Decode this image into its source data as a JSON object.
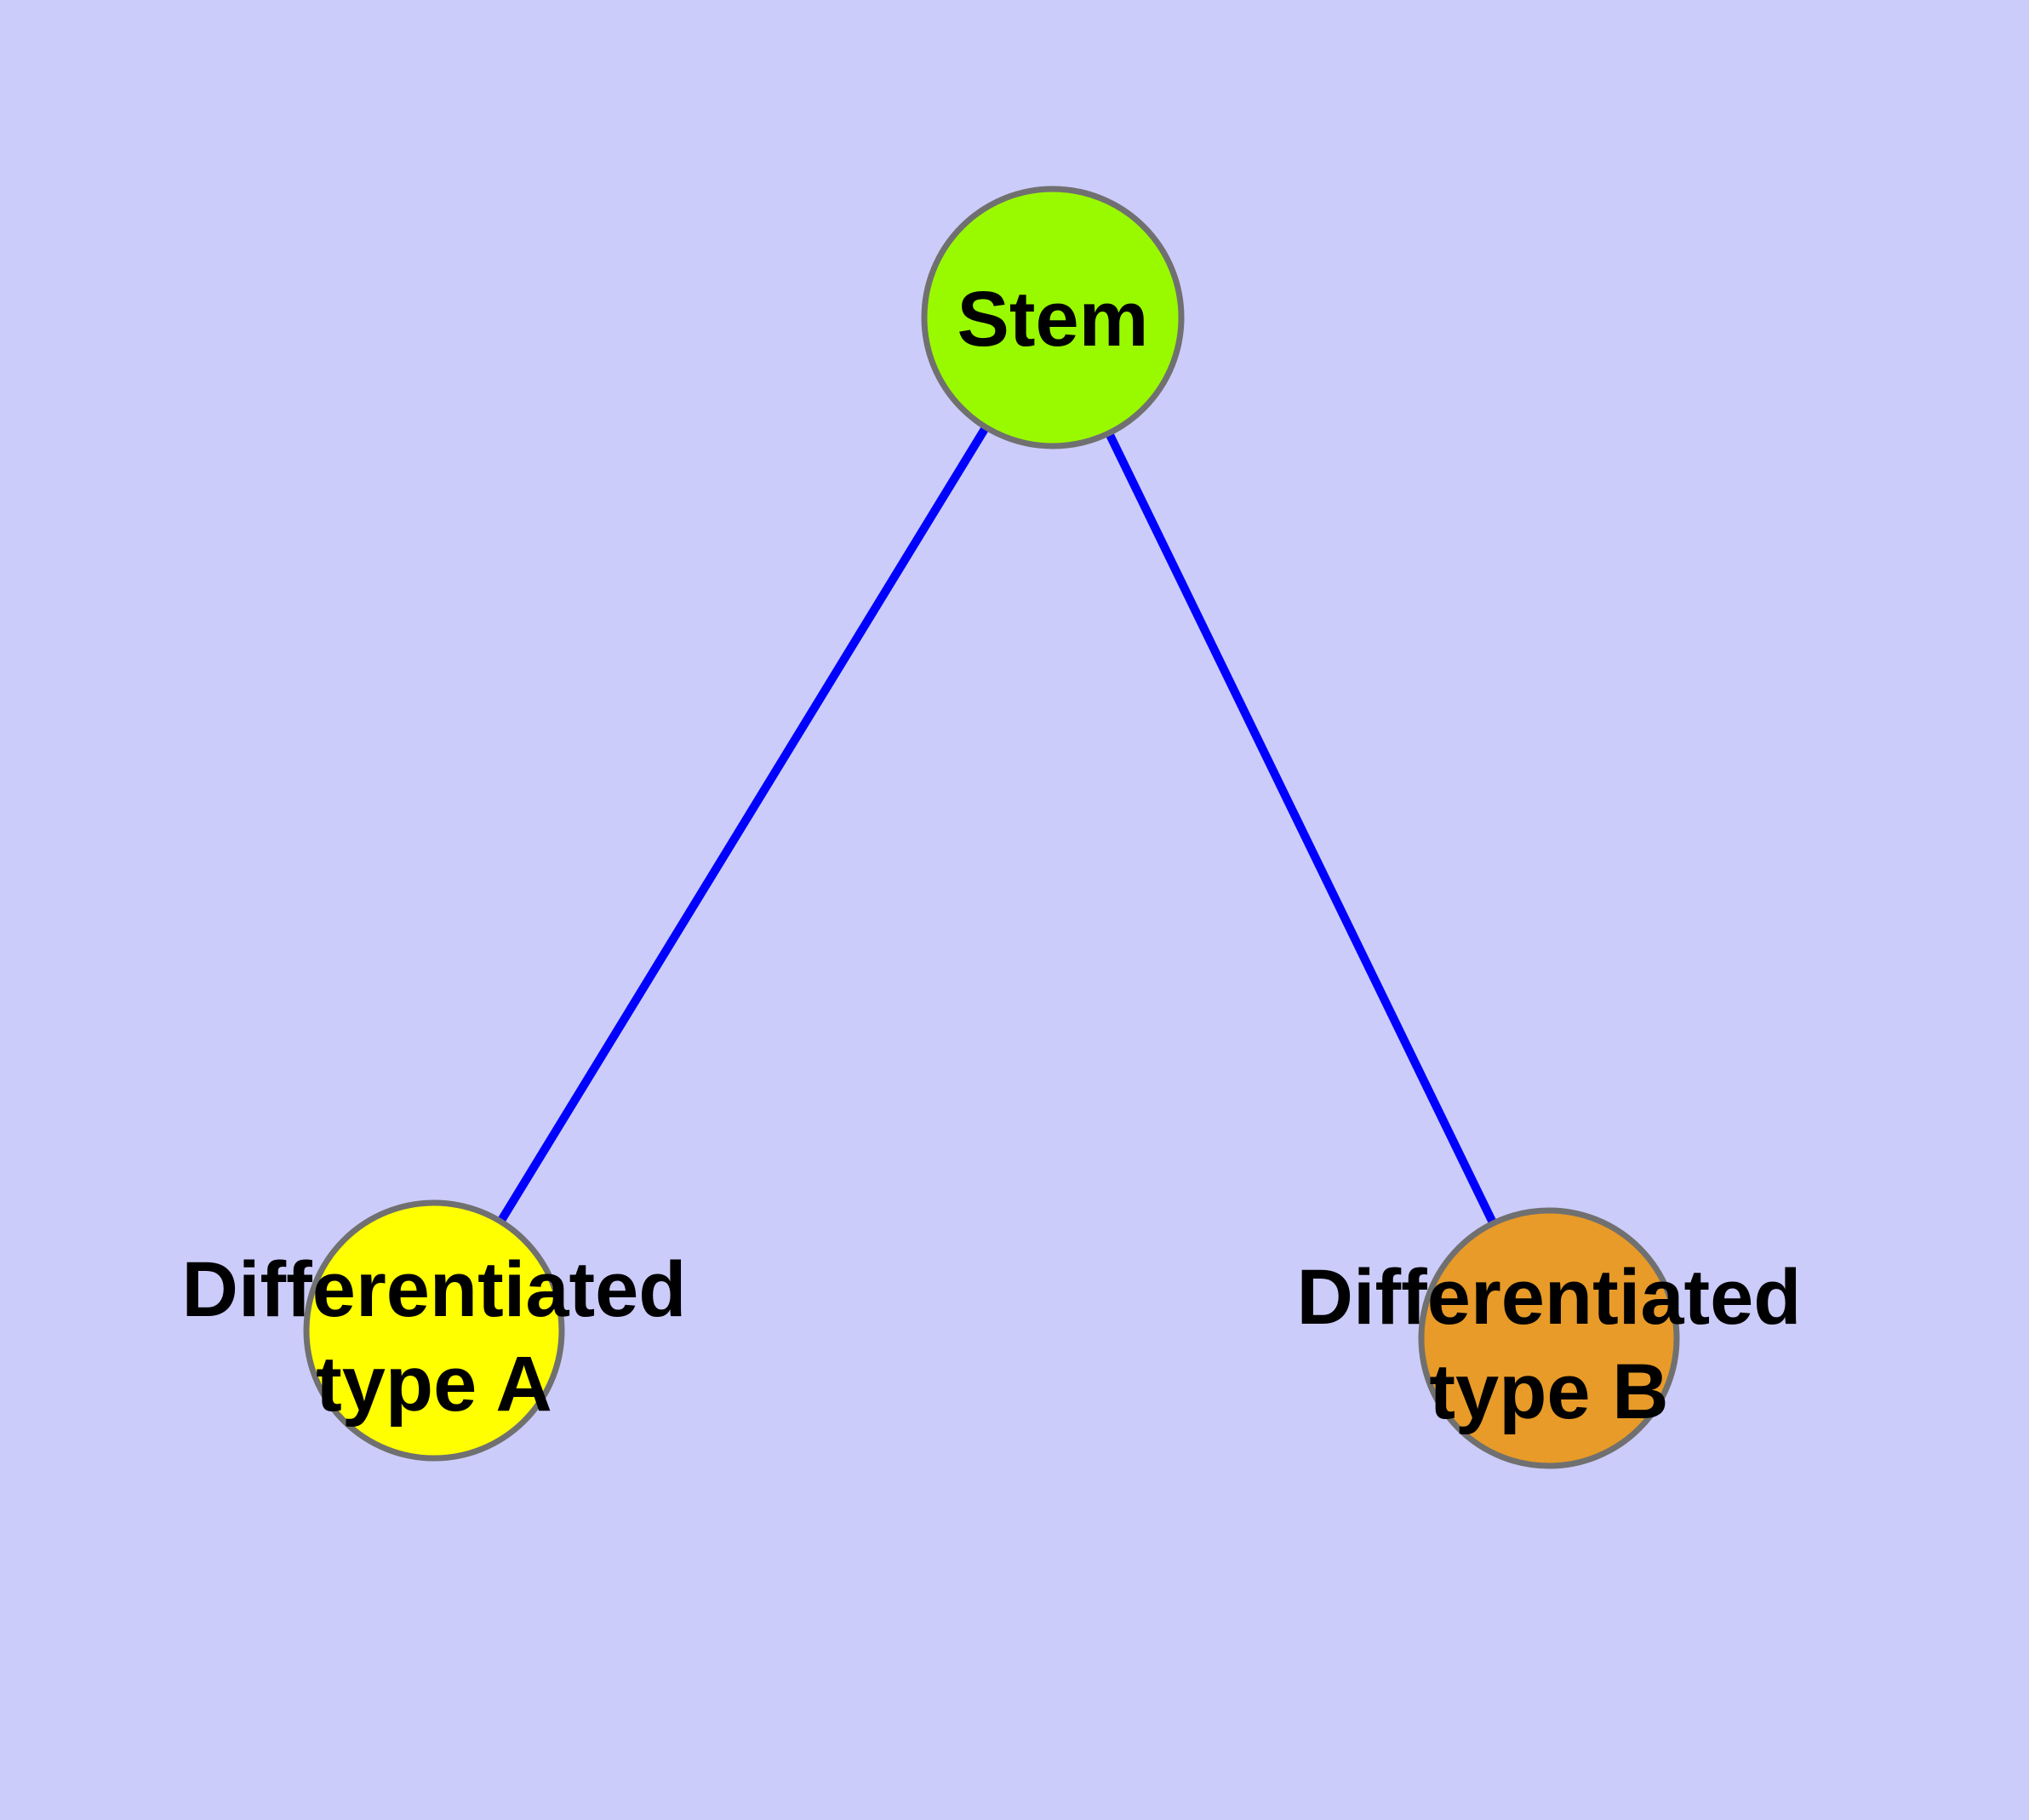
{
  "diagram": {
    "colors": {
      "background": "#ccccfa",
      "edge": "#0000ff",
      "node_border": "#707070",
      "text": "#000000"
    },
    "nodes": [
      {
        "id": "stem",
        "label": "Stem",
        "label_lines": [
          "Stem"
        ],
        "fill": "#99fa00"
      },
      {
        "id": "differentiated-type-a",
        "label": "Differentiated type A",
        "label_lines": [
          "Differentiated",
          "type A"
        ],
        "fill": "#ffff00"
      },
      {
        "id": "differentiated-type-b",
        "label": "Differentiated type B",
        "label_lines": [
          "Differentiated",
          "type B"
        ],
        "fill": "#e89b28"
      }
    ],
    "edges": [
      {
        "from": "Stem",
        "to": "Differentiated type A"
      },
      {
        "from": "Stem",
        "to": "Differentiated type B"
      }
    ]
  }
}
